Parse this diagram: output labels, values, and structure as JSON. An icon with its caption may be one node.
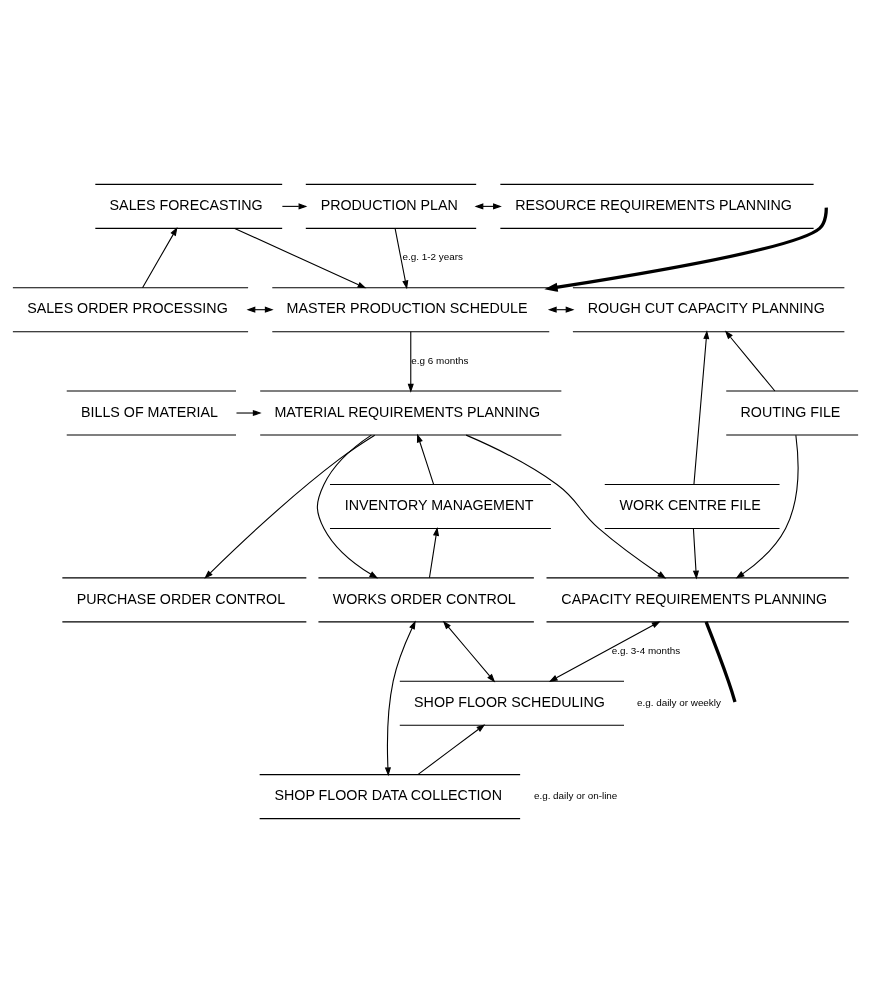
{
  "diagram": {
    "nodes": [
      {
        "text": [
          "SALES FORECASTING"
        ]
      },
      {
        "text": [
          "PRODUCTION PLAN"
        ]
      },
      {
        "text": [
          "RESOURCE REQUIREMENTS PLANNING"
        ]
      },
      {
        "text": [
          "SALES ORDER PROCESSING"
        ]
      },
      {
        "text": [
          "MASTER PRODUCTION SCHEDULE"
        ]
      },
      {
        "text": [
          "ROUGH CUT CAPACITY PLANNING"
        ]
      },
      {
        "text": [
          "BILLS OF MATERIAL"
        ]
      },
      {
        "text": [
          "ROUTING FILE"
        ]
      },
      {
        "text": [
          "MATERIAL REQUIREMENTS PLANNING"
        ]
      },
      {
        "text": [
          "INVENTORY MANAGEMENT"
        ]
      },
      {
        "text": [
          "WORK CENTRE FILE"
        ]
      },
      {
        "text": [
          "CAPACITY REQUIREMENTS PLANNING"
        ]
      },
      {
        "text": [
          "WORKS ORDER CONTROL"
        ]
      },
      {
        "text": [
          "PURCHASE ORDER CONTROL"
        ]
      },
      {
        "text": [
          "SHOP FLOOR SCHEDULING"
        ],
        "beside": [
          "e.g. daily or weekly"
        ]
      },
      {
        "text": [
          "SHOP FLOOR DATA COLLECTION"
        ],
        "beside": [
          "e.g. daily or on-line"
        ]
      }
    ],
    "edges": [
      {
        "from": 0,
        "to": 1,
        "arrow": "to"
      },
      {
        "from": 1,
        "to": 2,
        "arrow": "both"
      },
      {
        "from": 3,
        "to": 0,
        "arrow": "to"
      },
      {
        "from": 0,
        "to": 4,
        "arrow": "to"
      },
      {
        "from": 1,
        "to": 4,
        "arrow": "to",
        "label": "e.g. 1-2 years"
      },
      {
        "from": null,
        "to": 4,
        "arrow": "to",
        "style": "thick"
      },
      {
        "from": 3,
        "to": 4,
        "arrow": "both"
      },
      {
        "from": 4,
        "to": 5,
        "arrow": "both"
      },
      {
        "from": 7,
        "to": 5,
        "arrow": "to"
      },
      {
        "from": 10,
        "to": 5,
        "arrow": "to"
      },
      {
        "from": 4,
        "to": 8,
        "arrow": "to",
        "label": "e.g 6 months"
      },
      {
        "from": 6,
        "to": 8,
        "arrow": "to"
      },
      {
        "from": 9,
        "to": 8,
        "arrow": "to"
      },
      {
        "from": 8,
        "to": 11,
        "arrow": "to"
      },
      {
        "from": 12,
        "to": 9,
        "arrow": "to"
      },
      {
        "from": 8,
        "to": 12,
        "arrow": "to"
      },
      {
        "from": 8,
        "to": 13,
        "arrow": "to"
      },
      {
        "from": 7,
        "to": 11,
        "arrow": "to"
      },
      {
        "from": 10,
        "to": 11,
        "arrow": "to"
      },
      {
        "from": 11,
        "to": null,
        "arrow": "none",
        "style": "thick"
      },
      {
        "from": 11,
        "to": 14,
        "arrow": "both",
        "label": "e.g. 3-4 months"
      },
      {
        "from": 12,
        "to": 14,
        "arrow": "both"
      },
      {
        "from": 15,
        "to": 14,
        "arrow": "to"
      },
      {
        "from": 12,
        "to": 15,
        "arrow": "both"
      }
    ]
  }
}
